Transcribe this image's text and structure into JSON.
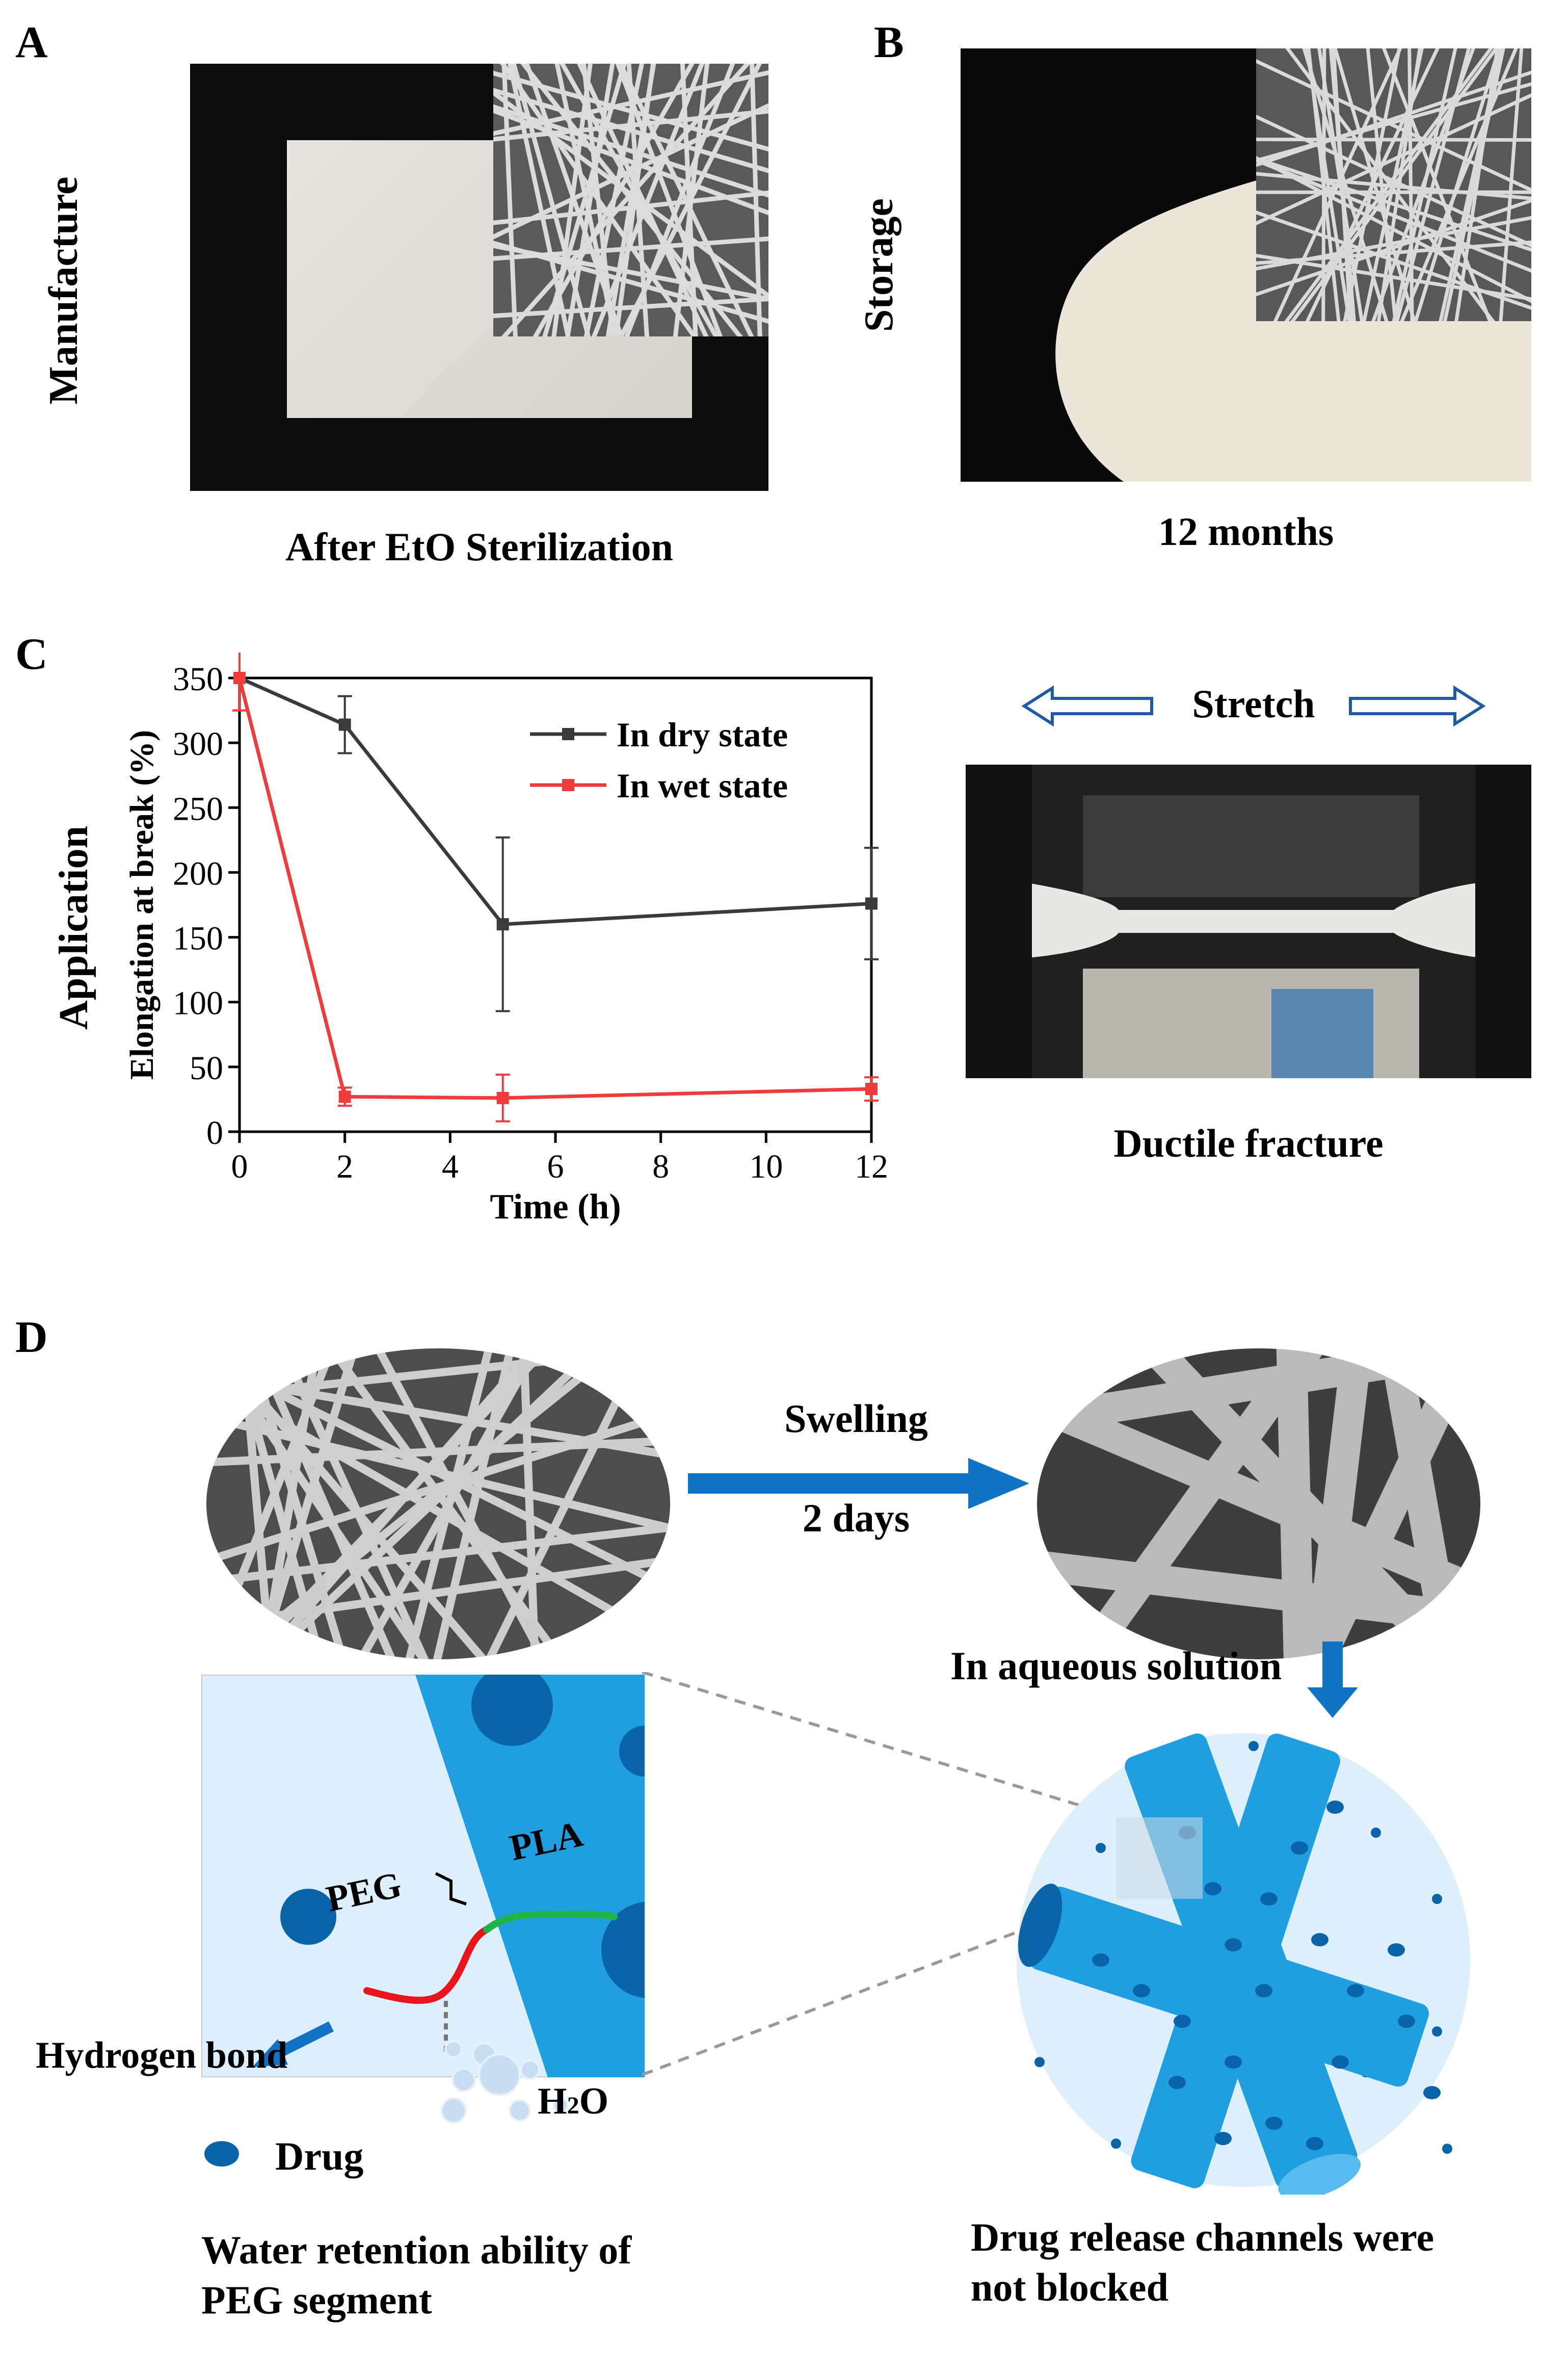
{
  "panelA": {
    "label": "A",
    "side_label": "Manufacture",
    "caption": "After EtO Sterilization"
  },
  "panelB": {
    "label": "B",
    "side_label": "Storage",
    "caption": "12 months"
  },
  "panelC": {
    "label": "C",
    "side_label": "Application",
    "stretch_label": "Stretch",
    "caption": "Ductile fracture"
  },
  "panelD": {
    "label": "D",
    "swelling_label": "Swelling",
    "swelling_time": "2 days",
    "aqueous_label": "In aqueous solution",
    "peg_label": "PEG",
    "pla_label": "PLA",
    "hbond_label": "Hydrogen bond",
    "water_label": "H",
    "water_sub": "2",
    "water_tail": "O",
    "legend_drug": "Drug",
    "caption_left_1": "Water retention ability of",
    "caption_left_2": "PEG segment",
    "caption_right_1": "Drug release channels were",
    "caption_right_2": "not blocked"
  },
  "colors": {
    "dry": "#3a3a3a",
    "wet": "#ef3b3b",
    "fiber_blue": "#1f9fe0",
    "dark_blue": "#0b63a8",
    "light_blue": "#dceffa",
    "arrow_blue": "#1173c4",
    "peg_red": "#e8141c",
    "pla_green": "#1eb44a"
  },
  "chart_data": {
    "type": "line",
    "title": "",
    "xlabel": "Time (h)",
    "ylabel": "Elongation at break (%)",
    "xlim": [
      0,
      12
    ],
    "ylim": [
      0,
      350
    ],
    "xticks": [
      0,
      2,
      4,
      6,
      8,
      10,
      12
    ],
    "yticks": [
      0,
      50,
      100,
      150,
      200,
      250,
      300,
      350
    ],
    "legend_position": "top-right",
    "series": [
      {
        "name": "In dry state",
        "x": [
          0,
          2,
          5,
          12
        ],
        "y": [
          350,
          314,
          160,
          176
        ],
        "err": [
          25,
          22,
          67,
          43
        ]
      },
      {
        "name": "In wet state",
        "x": [
          0,
          2,
          5,
          12
        ],
        "y": [
          350,
          27,
          26,
          33
        ],
        "err": [
          25,
          7,
          18,
          9
        ]
      }
    ]
  }
}
